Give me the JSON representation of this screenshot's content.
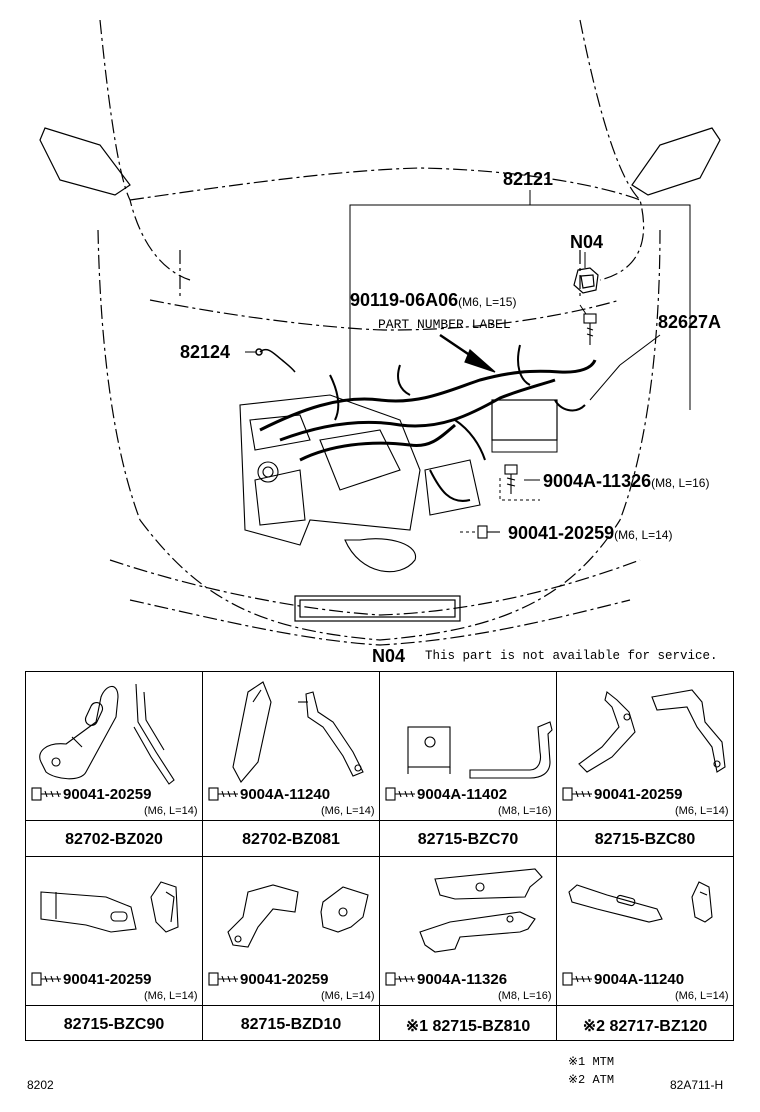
{
  "main_diagram": {
    "callouts": {
      "p82121": "82121",
      "n04": "N04",
      "p90119": "90119-06A06",
      "p90119_spec": "(M6, L=15)",
      "part_number_label": "PART NUMBER LABEL",
      "p82627a": "82627A",
      "p82124": "82124",
      "p9004a": "9004A-11326",
      "p9004a_spec": "(M8, L=16)",
      "p90041": "90041-20259",
      "p90041_spec": "(M6, L=14)"
    },
    "note": {
      "code": "N04",
      "text": "This part is not available for service."
    }
  },
  "brackets": [
    {
      "bolt": "90041-20259",
      "spec": "(M6, L=14)",
      "part": "82702-BZ020"
    },
    {
      "bolt": "9004A-11240",
      "spec": "(M6, L=14)",
      "part": "82702-BZ081"
    },
    {
      "bolt": "9004A-11402",
      "spec": "(M8, L=16)",
      "part": "82715-BZC70"
    },
    {
      "bolt": "90041-20259",
      "spec": "(M6, L=14)",
      "part": "82715-BZC80"
    },
    {
      "bolt": "90041-20259",
      "spec": "(M6, L=14)",
      "part": "82715-BZC90"
    },
    {
      "bolt": "90041-20259",
      "spec": "(M6, L=14)",
      "part": "82715-BZD10"
    },
    {
      "bolt": "9004A-11326",
      "spec": "(M8, L=16)",
      "part": "※1 82715-BZ810"
    },
    {
      "bolt": "9004A-11240",
      "spec": "(M6, L=14)",
      "part": "※2 82717-BZ120"
    }
  ],
  "footer": {
    "page_code": "8202",
    "legend1": "※1  MTM",
    "legend2": "※2  ATM",
    "figure_id": "82A711-H"
  }
}
